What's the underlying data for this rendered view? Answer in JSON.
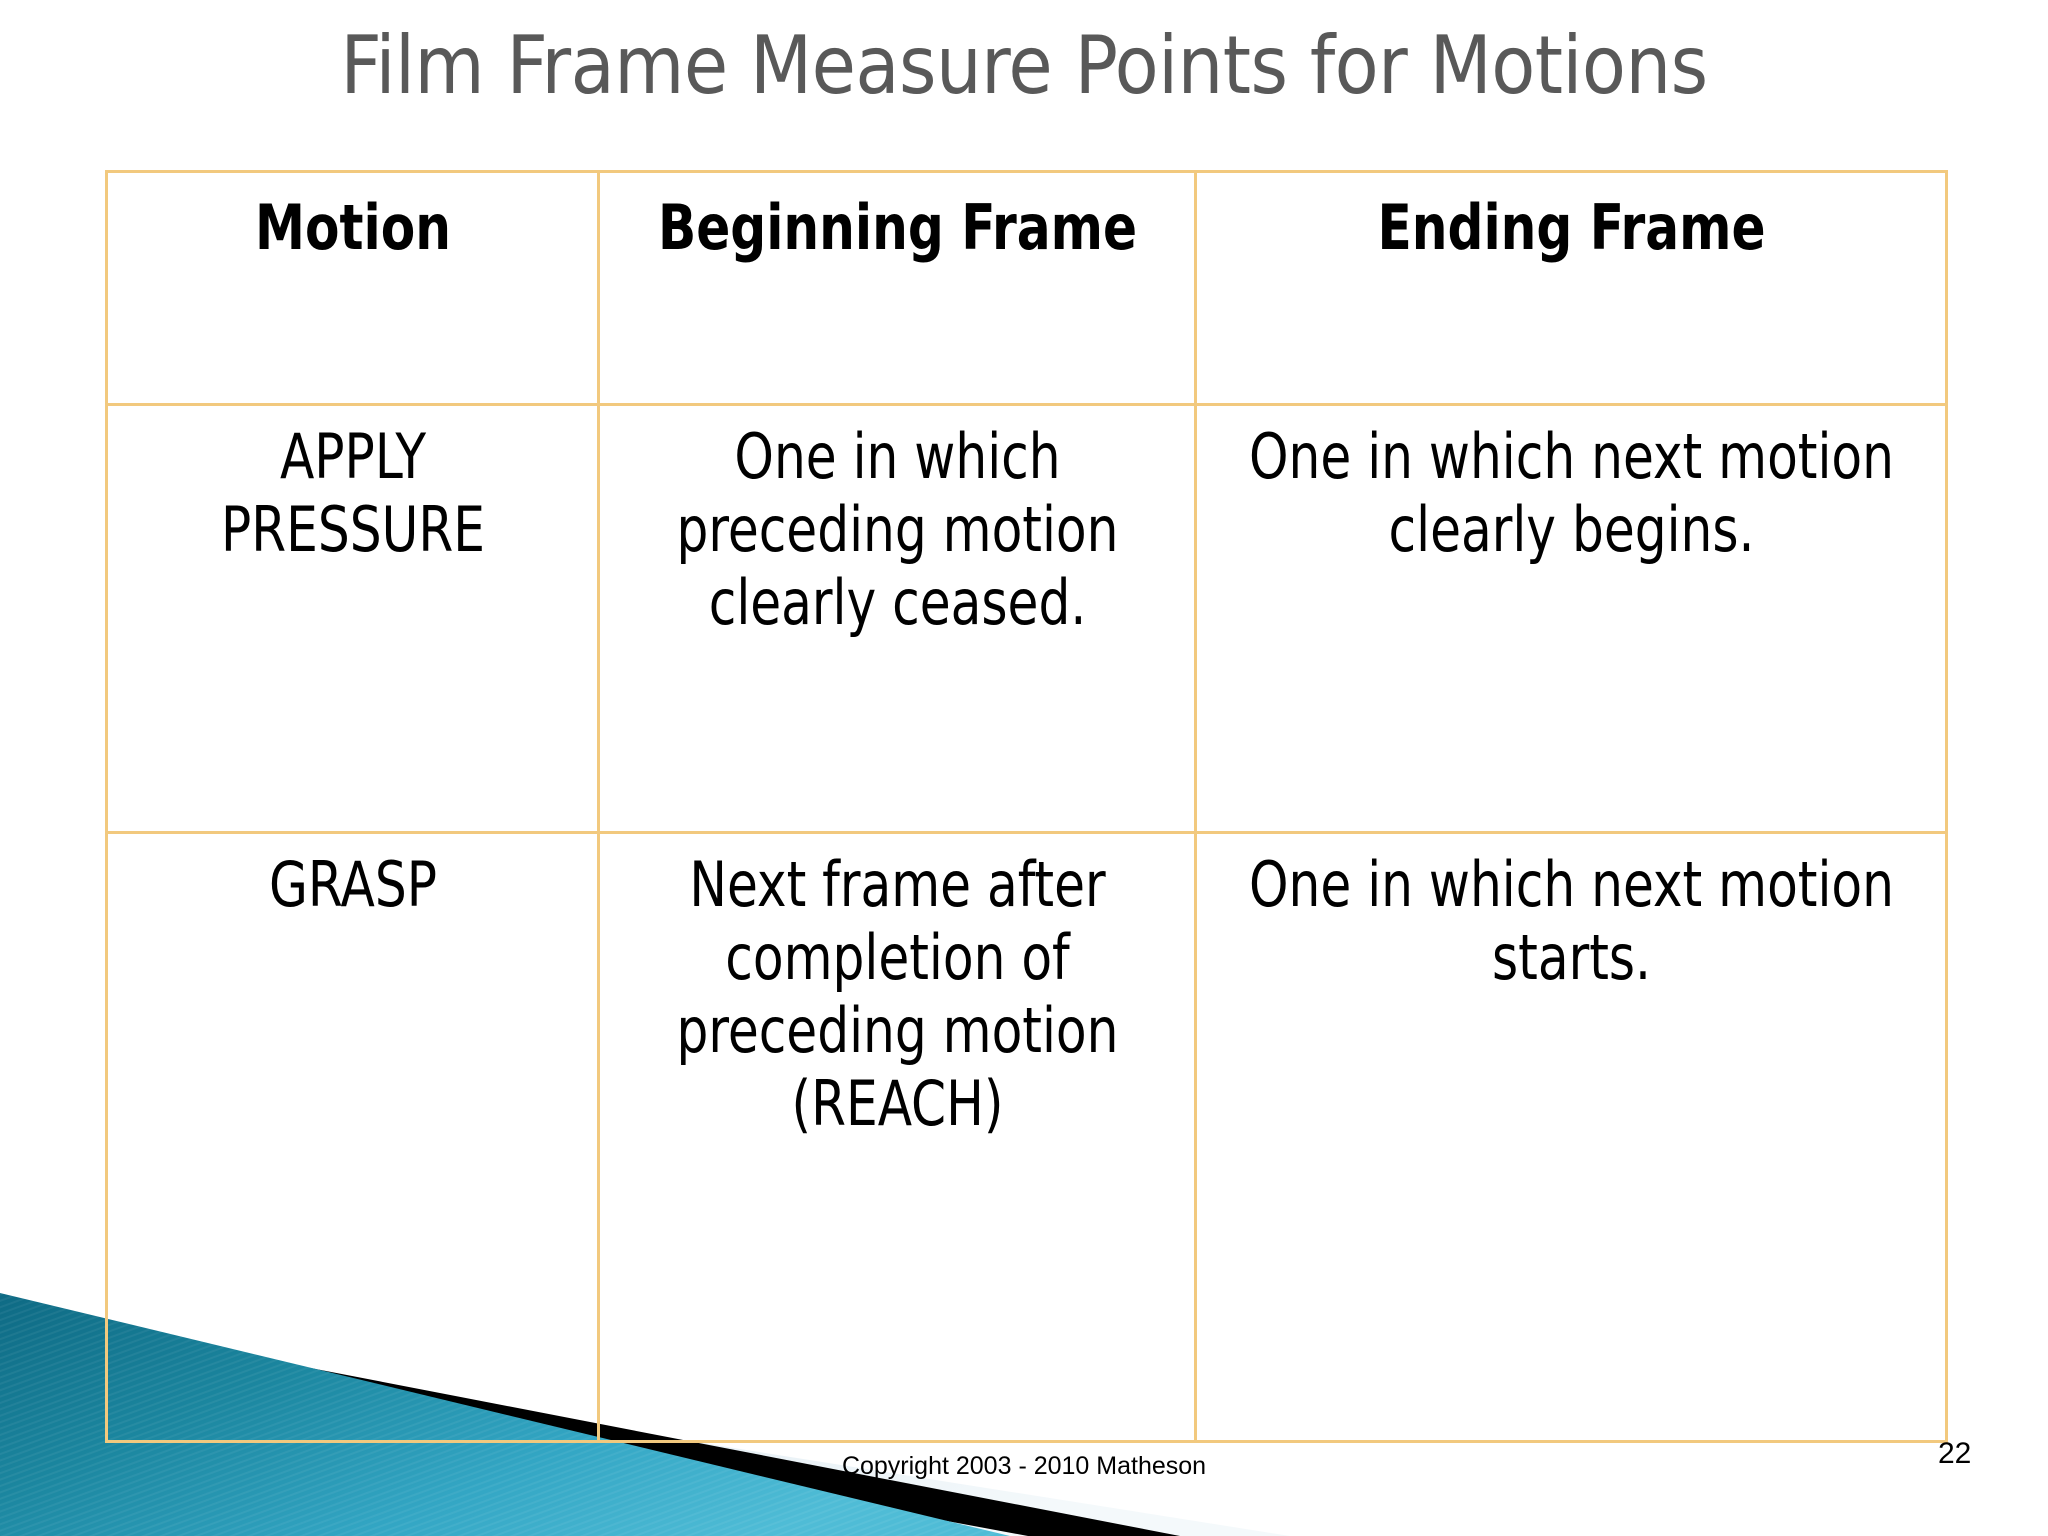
{
  "slide": {
    "title": "Film Frame Measure Points for Motions",
    "background_color": "#FFFFFF",
    "title_color": "#595959",
    "table_border_color": "#F2C97E",
    "accent_teal_dark": "#13758F",
    "accent_teal_light": "#45B3D0",
    "accent_black": "#000000",
    "accent_pale": "#E3EDF3"
  },
  "table": {
    "columns": [
      "Motion",
      "Beginning Frame",
      "Ending Frame"
    ],
    "rows": [
      {
        "motion": "APPLY PRESSURE",
        "beginning_frame": "One in which preceding motion clearly ceased.",
        "ending_frame": "One in which next motion clearly begins."
      },
      {
        "motion": "GRASP",
        "beginning_frame": "Next frame after completion of preceding motion (REACH)",
        "ending_frame": "One in which next motion starts."
      }
    ]
  },
  "footer": {
    "copyright": "Copyright 2003 - 2010 Matheson",
    "page_number": "22"
  }
}
